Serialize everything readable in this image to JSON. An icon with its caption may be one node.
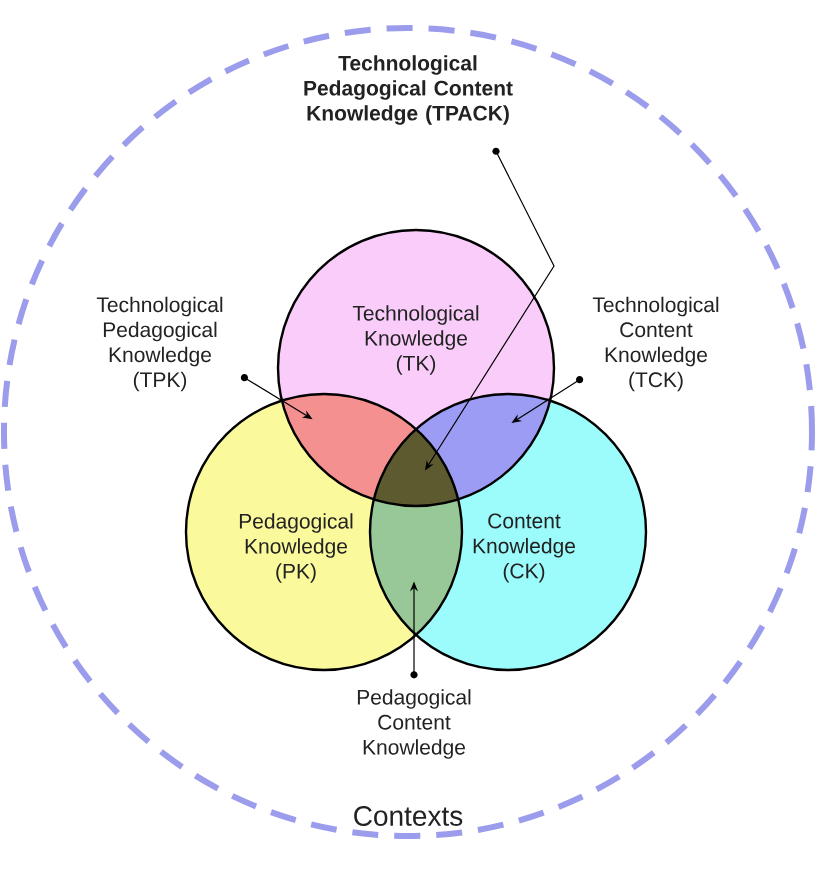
{
  "diagram": {
    "nodes": [
      {
        "text": [
          "Contexts"
        ]
      },
      {
        "text": [
          "Technological Knowledge (TK)"
        ],
        "in": 0
      },
      {
        "text": [
          "Pedagogical Knowledge (PK)"
        ],
        "in": 0
      },
      {
        "text": [
          "Content Knowledge (CK)"
        ],
        "in": 0
      },
      {
        "text": [
          "Technological Pedagogical Content Knowledge (TPACK)"
        ],
        "in": 0
      },
      {
        "text": [
          "Technological Pedagogical Knowledge (TPK)"
        ],
        "in": 0
      },
      {
        "text": [
          "Technological Content Knowledge (TCK)"
        ],
        "in": 0
      },
      {
        "text": [
          "Pedagogical Content Knowledge"
        ],
        "in": 0
      },
      {
        "text": [],
        "shape": "lens"
      },
      {
        "text": [],
        "shape": "lens"
      },
      {
        "text": [],
        "shape": "lens"
      },
      {
        "text": [],
        "shape": "lens"
      }
    ],
    "edges": [
      {
        "from": 4,
        "to": 10,
        "arrow": "to"
      },
      {
        "from": 5,
        "to": 8,
        "arrow": "to"
      },
      {
        "from": 6,
        "to": 9,
        "arrow": "to"
      },
      {
        "from": 7,
        "to": 11,
        "arrow": "to"
      }
    ]
  }
}
